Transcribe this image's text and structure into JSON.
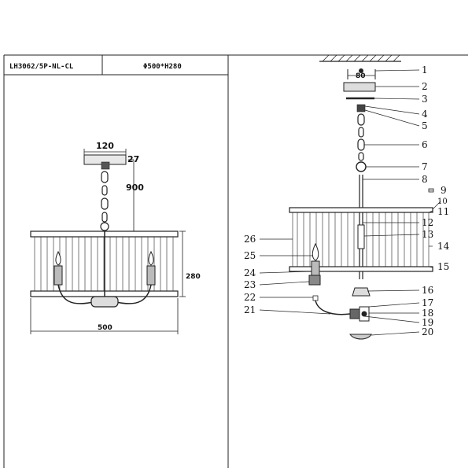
{
  "header": {
    "model": "LH3062/5P-NL-CL",
    "size": "Φ500*H280"
  },
  "dimensions": {
    "canopy_width": "120",
    "overall_height": "900",
    "shade_height": "280",
    "shade_diameter": "500",
    "ref_27": "27",
    "bracket_width": "80"
  },
  "part_numbers": [
    "1",
    "2",
    "3",
    "4",
    "5",
    "6",
    "7",
    "8",
    "9",
    "10",
    "11",
    "12",
    "13",
    "14",
    "15",
    "16",
    "17",
    "18",
    "19",
    "20",
    "21",
    "22",
    "23",
    "24",
    "25",
    "26"
  ]
}
